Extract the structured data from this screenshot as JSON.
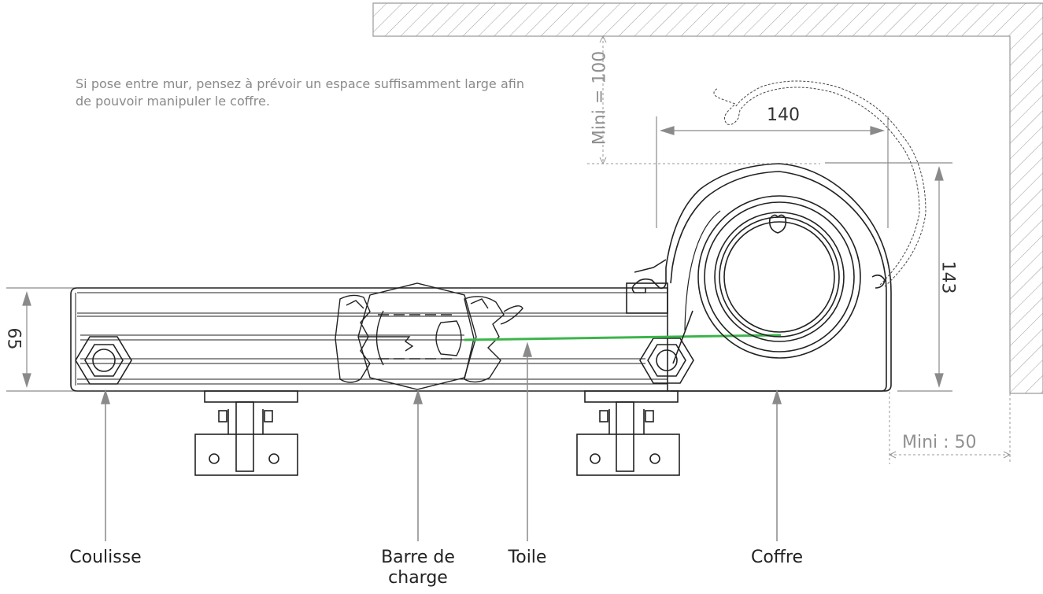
{
  "note": "Si pose entre mur, pensez à prévoir un espace suffisamment large afin de pouvoir manipuler le coffre.",
  "dimensions": {
    "mini_top": "Mini = 100",
    "width_140": "140",
    "height_143": "143",
    "height_65": "65",
    "mini_side": "Mini : 50"
  },
  "callouts": {
    "coulisse": "Coulisse",
    "barre_line1": "Barre de",
    "barre_line2": "charge",
    "toile": "Toile",
    "coffre": "Coffre"
  },
  "colors": {
    "line": "#222222",
    "dimension": "#909090",
    "fabric": "#3cb54a"
  }
}
